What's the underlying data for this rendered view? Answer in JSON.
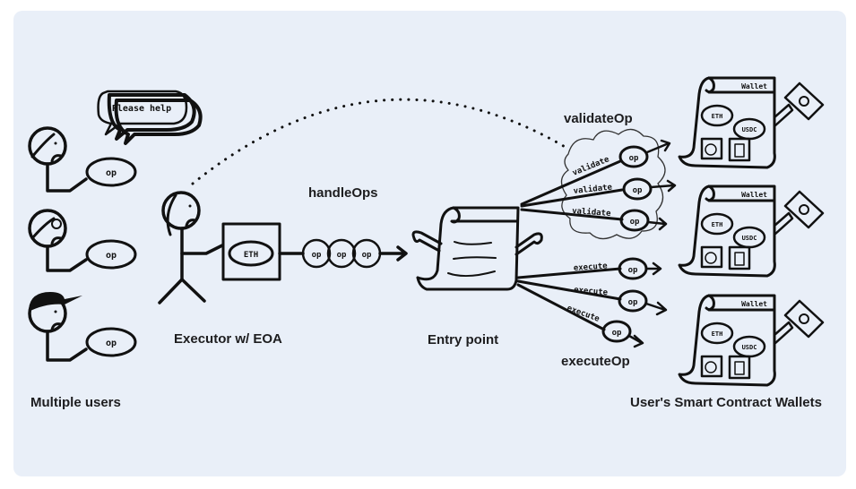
{
  "labels": {
    "multiple_users": "Multiple users",
    "executor": "Executor w/ EOA",
    "handle_ops": "handleOps",
    "entry_point": "Entry point",
    "validate_op": "validateOp",
    "execute_op": "executeOp",
    "wallets": "User's Smart Contract Wallets"
  },
  "speech_bubble": "Please help",
  "user_op": "op",
  "eth": "ETH",
  "bundle_ops": [
    "op",
    "op",
    "op"
  ],
  "validate_rows": [
    {
      "label": "validate",
      "op": "op"
    },
    {
      "label": "validate",
      "op": "op"
    },
    {
      "label": "validate",
      "op": "op"
    }
  ],
  "execute_rows": [
    {
      "label": "execute",
      "op": "op"
    },
    {
      "label": "execute",
      "op": "op"
    },
    {
      "label": "execute",
      "op": "op"
    }
  ],
  "wallet": {
    "title": "Wallet",
    "tokens": [
      "ETH",
      "USDC"
    ]
  },
  "colors": {
    "background": "#e9eff8",
    "ink": "#111111"
  }
}
